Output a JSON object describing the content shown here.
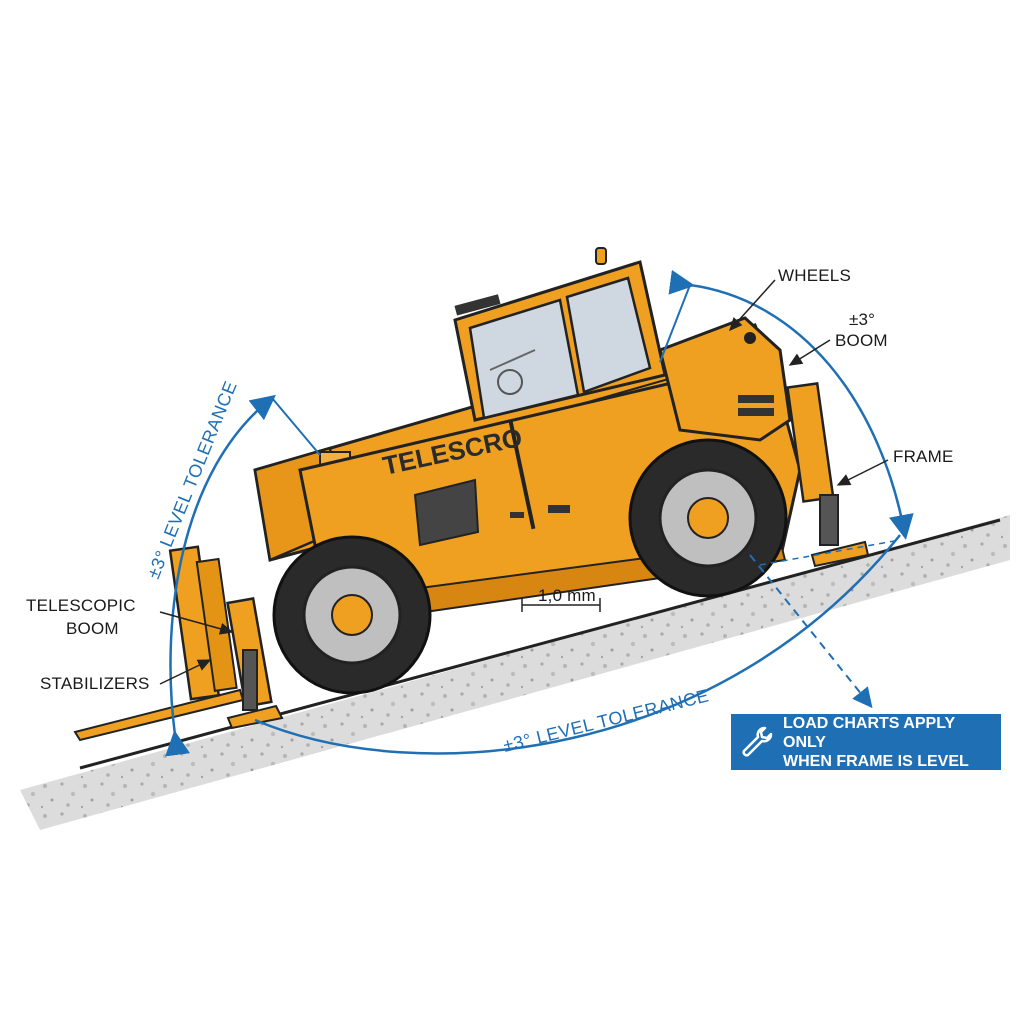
{
  "labels": {
    "wheels": "WHEELS",
    "boom_top_line1": "±3°",
    "boom_top_line2": "BOOM",
    "frame": "FRAME",
    "telescopic_line1": "TELESCOPIC",
    "telescopic_line2": "BOOM",
    "stabilizers": "STABILIZERS",
    "dimension": "1,0 mm",
    "brand": "TELESCRO"
  },
  "tolerance": {
    "left_arc": "±3° LEVEL TOLERANCE",
    "bottom_arc": "±3° LEVEL TOLERANCE"
  },
  "note": {
    "line1": "LOAD CHARTS APPLY ONLY",
    "line2": "WHEN FRAME IS LEVEL",
    "icon": "wrench-icon"
  },
  "colors": {
    "machine_body": "#f0a020",
    "accent_blue": "#1f6fb5",
    "ground": "#d8d8d8",
    "outline": "#222222"
  }
}
